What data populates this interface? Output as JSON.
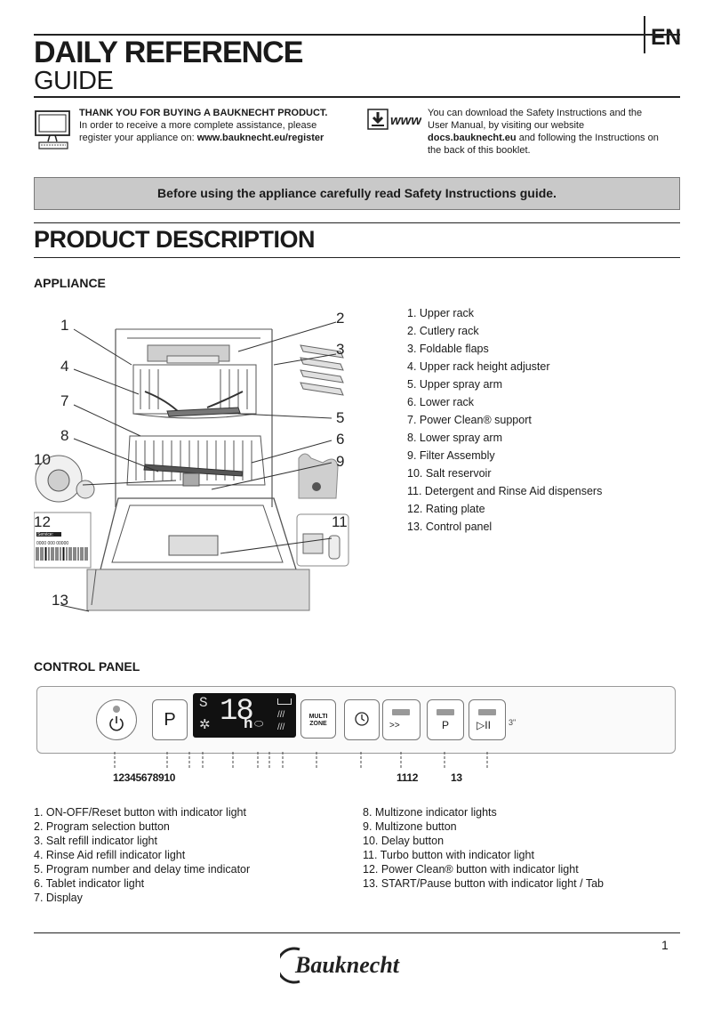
{
  "header": {
    "lang": "EN",
    "title_line1": "DAILY REFERENCE",
    "title_line2": "GUIDE"
  },
  "intro_left": {
    "bold": "THANK YOU FOR BUYING A BAUKNECHT PRODUCT.",
    "line2": "In order to receive a more complete assistance, please",
    "line3_prefix": "register your appliance on: ",
    "url": "www.bauknecht.eu/register"
  },
  "intro_right": {
    "icon_text": "www",
    "line1": "You can download the Safety Instructions and the",
    "line2": "User Manual, by visiting our website",
    "url": "docs.bauknecht.eu",
    "line3_suffix": " and following the Instructions on",
    "line4": "the back of this booklet."
  },
  "banner": "Before using the appliance carefully read Safety Instructions guide.",
  "section_title": "PRODUCT  DESCRIPTION",
  "appliance": {
    "heading": "APPLIANCE",
    "parts": [
      "1.  Upper rack",
      "2.  Cutlery rack",
      "3.  Foldable flaps",
      "4.  Upper rack height adjuster",
      "5.  Upper spray arm",
      "6.  Lower  rack",
      "7.     Power Clean® support",
      "8.  Lower spray arm",
      "9.  Filter Assembly",
      "10.  Salt reservoir",
      "11.  Detergent and Rinse Aid dispensers",
      "12.  Rating plate",
      "13.  Control panel"
    ],
    "callouts": [
      "1",
      "2",
      "3",
      "4",
      "5",
      "6",
      "7",
      "8",
      "9",
      "10",
      "11",
      "12",
      "13"
    ],
    "rating_plate": {
      "label": "Service:",
      "code": "0000 000 00000"
    }
  },
  "control_panel": {
    "heading": "CONTROL PANEL",
    "p_label": "P",
    "display_digits": "18",
    "display_h": "h",
    "display_s": "S",
    "multizone_line1": "MULTI",
    "multizone_line2": "ZONE",
    "turbo_symbol": ">>",
    "powerclean_symbol": "P",
    "start_symbol": "▷II",
    "tab_symbol": "3\"",
    "callouts_left": "12345678910",
    "callouts_mid": "1112",
    "callouts_right": "13",
    "items_left": [
      "1.  ON-OFF/Reset button with indicator light",
      "2.  Program selection button",
      "3.  Salt refill indicator light",
      "4.  Rinse Aid refill indicator light",
      "5.  Program number and delay time indicator",
      "6.  Tablet indicator light",
      "7.  Display"
    ],
    "items_right": [
      "8.  Multizone indicator lights",
      "9.  Multizone button",
      "10.  Delay button",
      "11.  Turbo button with indicator light",
      "12.  Power Clean® button with indicator light",
      "13.  START/Pause button with indicator light / Tab"
    ]
  },
  "footer": {
    "page": "1",
    "brand": "Bauknecht"
  }
}
